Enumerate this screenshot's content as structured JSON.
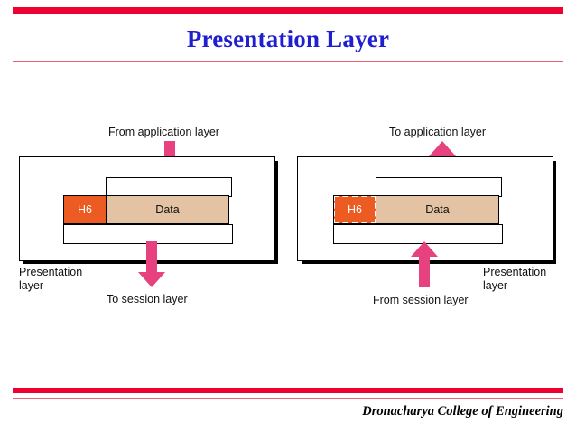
{
  "slide": {
    "title": "Presentation Layer",
    "footer": "Dronacharya College of Engineering",
    "accent_color": "#ee0033",
    "title_color": "#1f1fcf",
    "header_block_color": "#ec5b22",
    "data_block_color": "#e3c3a3",
    "arrow_color": "#e8417f"
  },
  "left_panel": {
    "top_label": "From application layer",
    "bottom_label": "To session layer",
    "side_label": "Presentation\nlayer",
    "header_label": "H6",
    "data_label": "Data",
    "arrow_in": "arrow-down-icon",
    "arrow_out": "arrow-down-icon"
  },
  "right_panel": {
    "top_label": "To application layer",
    "bottom_label": "From session layer",
    "side_label": "Presentation\nlayer",
    "header_label": "H6",
    "data_label": "Data",
    "arrow_in": "arrow-up-icon",
    "arrow_out": "arrow-up-icon"
  }
}
